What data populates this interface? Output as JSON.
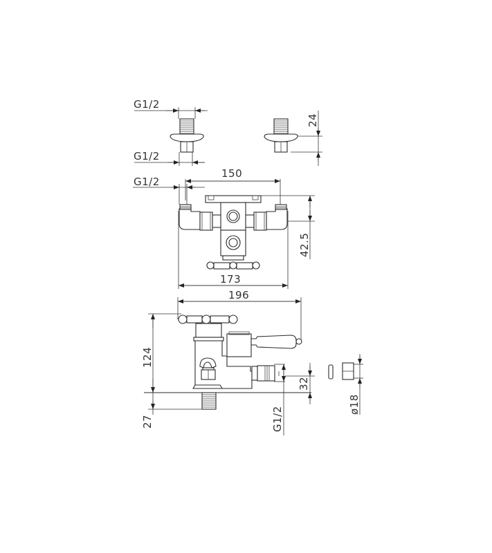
{
  "drawing": {
    "title": "Bath mixer technical drawing",
    "line_color": "#2a2a2a",
    "background": "#ffffff"
  },
  "top_connectors": {
    "thread_top_label": "G1/2",
    "thread_bottom_label": "G1/2",
    "height_label": "24"
  },
  "plan_view": {
    "thread_label": "G1/2",
    "centers_label": "150",
    "depth_label": "42.5",
    "width_label": "173"
  },
  "side_view": {
    "length_label": "196",
    "height_label": "124",
    "bottom_label": "27",
    "outlet_label": "32",
    "outlet_thread_label": "G1/2"
  },
  "detail": {
    "diameter_label": "ø18"
  }
}
